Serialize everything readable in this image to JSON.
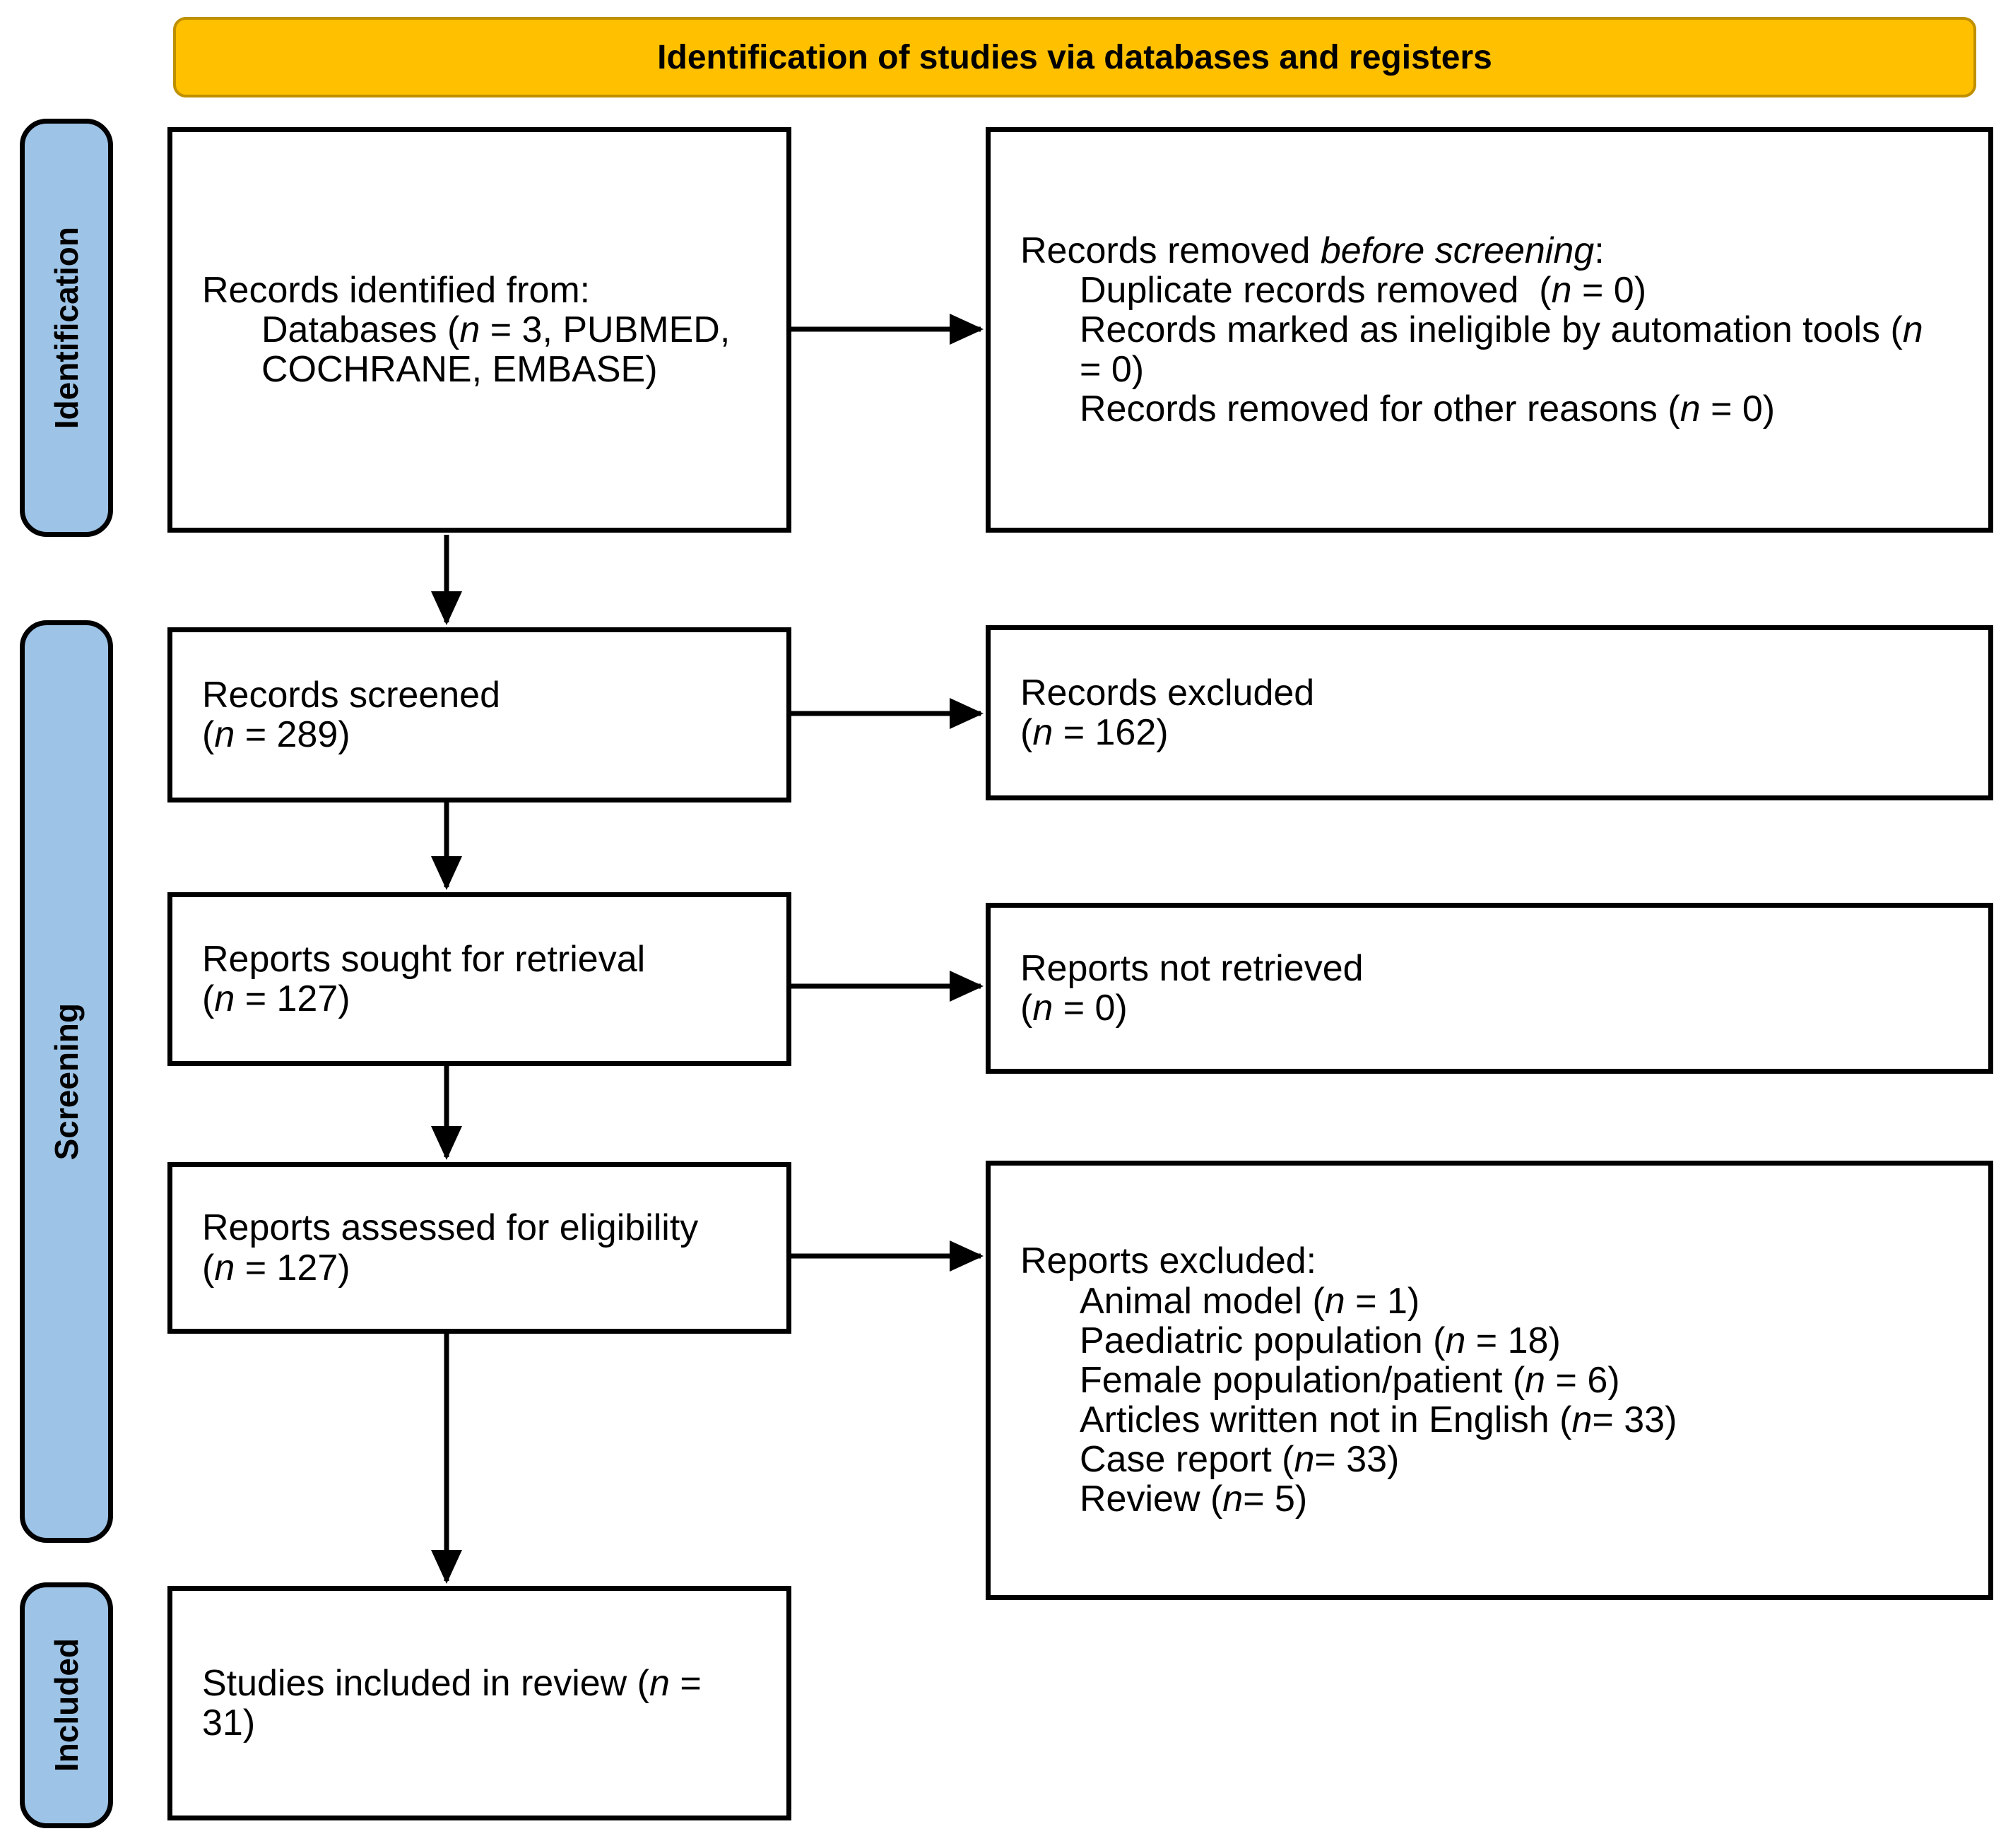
{
  "colors": {
    "banner_bg": "#FFC000",
    "banner_border": "#BF9000",
    "stage_bg": "#9DC3E6",
    "line_color": "#000000"
  },
  "banner": {
    "title": "Identification of studies via databases and registers"
  },
  "stages": [
    {
      "label": "Identification"
    },
    {
      "label": "Screening"
    },
    {
      "label": "Included"
    }
  ],
  "boxes": {
    "records_identified": {
      "lines": [
        {
          "indent": 0,
          "segments": [
            {
              "t": "Records identified from:"
            }
          ]
        },
        {
          "indent": 1,
          "segments": [
            {
              "t": "Databases ("
            },
            {
              "t": "n",
              "i": true
            },
            {
              "t": " = 3, PUBMED,"
            }
          ]
        },
        {
          "indent": 1,
          "segments": [
            {
              "t": "COCHRANE, EMBASE)"
            }
          ]
        }
      ]
    },
    "records_removed": {
      "lines": [
        {
          "indent": 0,
          "segments": [
            {
              "t": "Records removed "
            },
            {
              "t": "before screening",
              "i": true
            },
            {
              "t": ":"
            }
          ]
        },
        {
          "indent": 1,
          "segments": [
            {
              "t": "Duplicate records removed  ("
            },
            {
              "t": "n",
              "i": true
            },
            {
              "t": " = 0)"
            }
          ]
        },
        {
          "indent": 1,
          "segments": [
            {
              "t": "Records marked as ineligible by automation tools ("
            },
            {
              "t": "n",
              "i": true
            }
          ]
        },
        {
          "indent": 1,
          "segments": [
            {
              "t": "= 0)"
            }
          ]
        },
        {
          "indent": 1,
          "segments": [
            {
              "t": "Records removed for other reasons ("
            },
            {
              "t": "n",
              "i": true
            },
            {
              "t": " = 0)"
            }
          ]
        }
      ]
    },
    "records_screened": {
      "lines": [
        {
          "indent": 0,
          "segments": [
            {
              "t": "Records screened"
            }
          ]
        },
        {
          "indent": 0,
          "segments": [
            {
              "t": "("
            },
            {
              "t": "n",
              "i": true
            },
            {
              "t": " = 289)"
            }
          ]
        }
      ]
    },
    "records_excluded": {
      "lines": [
        {
          "indent": 0,
          "segments": [
            {
              "t": "Records excluded"
            }
          ]
        },
        {
          "indent": 0,
          "segments": [
            {
              "t": "("
            },
            {
              "t": "n",
              "i": true
            },
            {
              "t": " = 162)"
            }
          ]
        }
      ]
    },
    "reports_sought": {
      "lines": [
        {
          "indent": 0,
          "segments": [
            {
              "t": "Reports sought for retrieval"
            }
          ]
        },
        {
          "indent": 0,
          "segments": [
            {
              "t": "("
            },
            {
              "t": "n",
              "i": true
            },
            {
              "t": " = 127)"
            }
          ]
        }
      ]
    },
    "reports_not_retrieved": {
      "lines": [
        {
          "indent": 0,
          "segments": [
            {
              "t": "Reports not retrieved"
            }
          ]
        },
        {
          "indent": 0,
          "segments": [
            {
              "t": "("
            },
            {
              "t": "n",
              "i": true
            },
            {
              "t": " = 0)"
            }
          ]
        }
      ]
    },
    "reports_assessed": {
      "lines": [
        {
          "indent": 0,
          "segments": [
            {
              "t": "Reports assessed for eligibility"
            }
          ]
        },
        {
          "indent": 0,
          "segments": [
            {
              "t": "("
            },
            {
              "t": "n",
              "i": true
            },
            {
              "t": " = 127)"
            }
          ]
        }
      ]
    },
    "reports_excluded": {
      "lines": [
        {
          "indent": 0,
          "segments": [
            {
              "t": "Reports excluded:"
            }
          ]
        },
        {
          "indent": 1,
          "segments": [
            {
              "t": "Animal model ("
            },
            {
              "t": "n",
              "i": true
            },
            {
              "t": " = 1)"
            }
          ]
        },
        {
          "indent": 1,
          "segments": [
            {
              "t": "Paediatric population ("
            },
            {
              "t": "n",
              "i": true
            },
            {
              "t": " = 18)"
            }
          ]
        },
        {
          "indent": 1,
          "segments": [
            {
              "t": "Female population/patient ("
            },
            {
              "t": "n",
              "i": true
            },
            {
              "t": " = 6)"
            }
          ]
        },
        {
          "indent": 1,
          "segments": [
            {
              "t": "Articles written not in English ("
            },
            {
              "t": "n",
              "i": true
            },
            {
              "t": "= 33)"
            }
          ]
        },
        {
          "indent": 1,
          "segments": [
            {
              "t": "Case report ("
            },
            {
              "t": "n",
              "i": true
            },
            {
              "t": "= 33)"
            }
          ]
        },
        {
          "indent": 1,
          "segments": [
            {
              "t": "Review ("
            },
            {
              "t": "n",
              "i": true
            },
            {
              "t": "= 5)"
            }
          ]
        }
      ]
    },
    "studies_included": {
      "lines": [
        {
          "indent": 0,
          "segments": [
            {
              "t": "Studies included in review ("
            },
            {
              "t": "n",
              "i": true
            },
            {
              "t": " ="
            }
          ]
        },
        {
          "indent": 0,
          "segments": [
            {
              "t": "31)"
            }
          ]
        }
      ]
    }
  }
}
